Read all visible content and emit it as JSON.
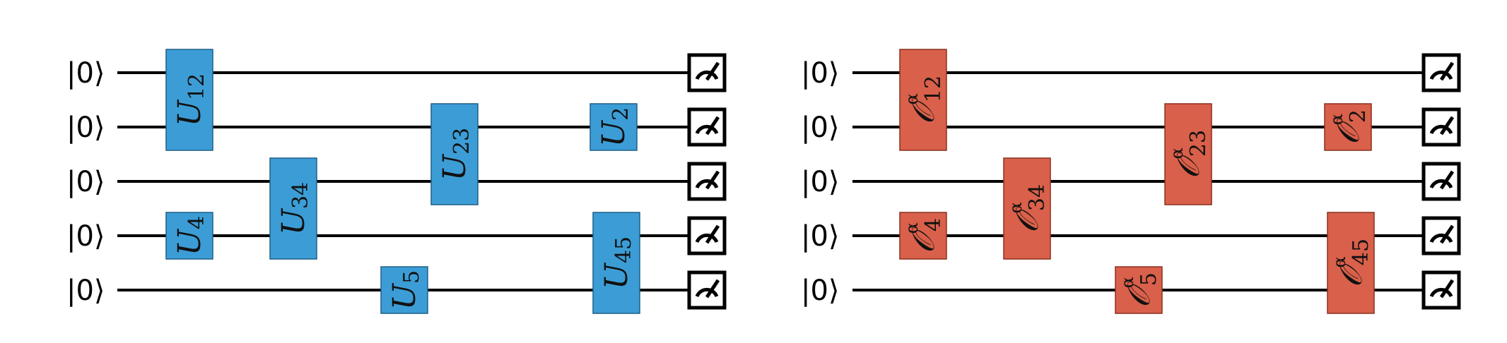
{
  "diagram": {
    "circuits": [
      {
        "name": "circuit-unitary",
        "gate_color": "#3C9DD6",
        "gate_stroke": "#1F5F86",
        "qubits": [
          {
            "label": "|0⟩"
          },
          {
            "label": "|0⟩"
          },
          {
            "label": "|0⟩"
          },
          {
            "label": "|0⟩"
          },
          {
            "label": "|0⟩"
          }
        ],
        "gates": [
          {
            "id": "U12",
            "wires": [
              1,
              2
            ],
            "step": 1,
            "base": "U",
            "sup": "",
            "sub": "12"
          },
          {
            "id": "U4",
            "wires": [
              4
            ],
            "step": 1,
            "base": "U",
            "sup": "",
            "sub": "4"
          },
          {
            "id": "U34",
            "wires": [
              3,
              4
            ],
            "step": 2,
            "base": "U",
            "sup": "",
            "sub": "34"
          },
          {
            "id": "U5",
            "wires": [
              5
            ],
            "step": 3,
            "base": "U",
            "sup": "",
            "sub": "5"
          },
          {
            "id": "U23",
            "wires": [
              2,
              3
            ],
            "step": 4,
            "base": "U",
            "sup": "",
            "sub": "23"
          },
          {
            "id": "U2",
            "wires": [
              2
            ],
            "step": 5,
            "base": "U",
            "sup": "",
            "sub": "2"
          },
          {
            "id": "U45",
            "wires": [
              4,
              5
            ],
            "step": 5,
            "base": "U",
            "sup": "",
            "sub": "45"
          }
        ],
        "measurements": [
          1,
          2,
          3,
          4,
          5
        ]
      },
      {
        "name": "circuit-channel",
        "gate_color": "#D9604A",
        "gate_stroke": "#8A3020",
        "qubits": [
          {
            "label": "|0⟩"
          },
          {
            "label": "|0⟩"
          },
          {
            "label": "|0⟩"
          },
          {
            "label": "|0⟩"
          },
          {
            "label": "|0⟩"
          }
        ],
        "gates": [
          {
            "id": "O12",
            "wires": [
              1,
              2
            ],
            "step": 1,
            "base": "𝒪",
            "sup": "α",
            "sub": "12"
          },
          {
            "id": "O4",
            "wires": [
              4
            ],
            "step": 1,
            "base": "𝒪",
            "sup": "α",
            "sub": "4"
          },
          {
            "id": "O34",
            "wires": [
              3,
              4
            ],
            "step": 2,
            "base": "𝒪",
            "sup": "α",
            "sub": "34"
          },
          {
            "id": "O5",
            "wires": [
              5
            ],
            "step": 3,
            "base": "𝒪",
            "sup": "α",
            "sub": "5"
          },
          {
            "id": "O23",
            "wires": [
              2,
              3
            ],
            "step": 4,
            "base": "𝒪",
            "sup": "α",
            "sub": "23"
          },
          {
            "id": "O2",
            "wires": [
              2
            ],
            "step": 5,
            "base": "𝒪",
            "sup": "α",
            "sub": "2"
          },
          {
            "id": "O45",
            "wires": [
              4,
              5
            ],
            "step": 5,
            "base": "𝒪",
            "sup": "α",
            "sub": "45"
          }
        ],
        "measurements": [
          1,
          2,
          3,
          4,
          5
        ]
      }
    ]
  }
}
